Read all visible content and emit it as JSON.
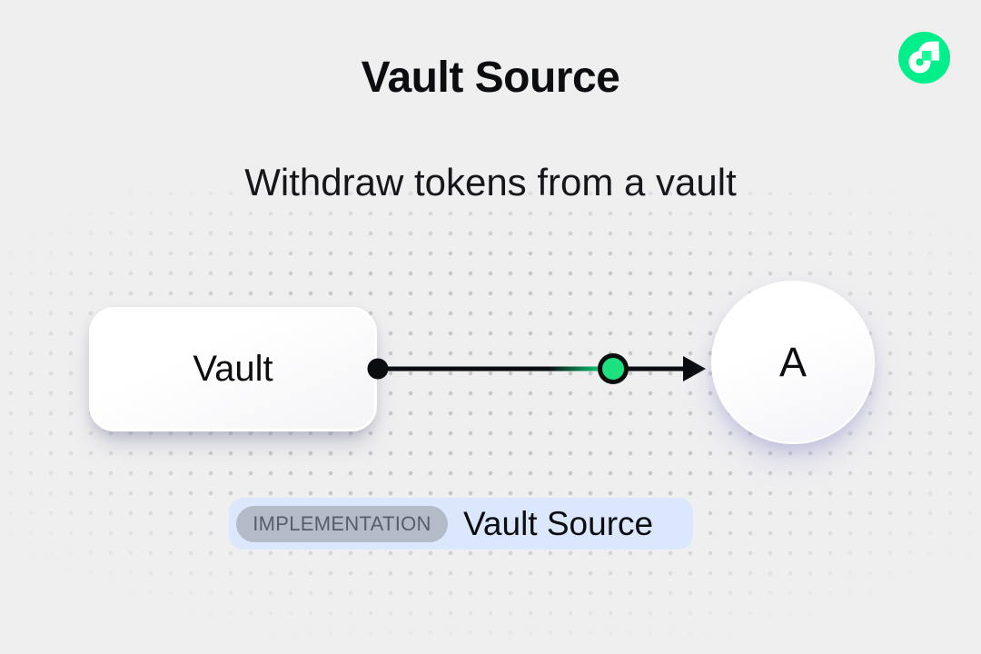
{
  "header": {
    "title": "Vault Source",
    "subtitle": "Withdraw tokens from a vault"
  },
  "logo": {
    "name": "flow-logo",
    "color": "#00EF8B"
  },
  "diagram": {
    "nodes": [
      {
        "id": "vault",
        "label": "Vault",
        "shape": "rounded-rect"
      },
      {
        "id": "account",
        "label": "A",
        "shape": "circle"
      }
    ],
    "edge": {
      "from": "Vault",
      "to": "A",
      "direction": "right",
      "line_color": "#0B0D10",
      "token_color": "#1CE17E"
    }
  },
  "caption": {
    "tag": "IMPLEMENTATION",
    "label": "Vault Source"
  },
  "colors": {
    "background": "#EFEFF0",
    "ink": "#0B0D10",
    "flow_green": "#00EF8B",
    "flow_green_light": "#16FF99",
    "caption_bg": "#DBE7FC",
    "tag_bg": "#B4BBC8",
    "tag_text": "#575E68",
    "dot_grid": "#C2C2C6"
  }
}
